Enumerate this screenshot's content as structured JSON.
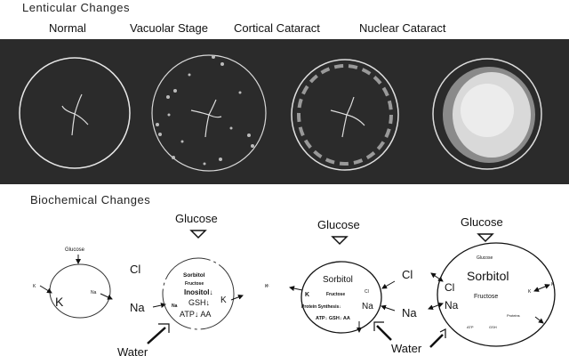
{
  "lenticular": {
    "title": "Lenticular Changes",
    "stages": [
      "Normal",
      "Vacuolar Stage",
      "Cortical Cataract",
      "Nuclear Cataract"
    ]
  },
  "biochemical": {
    "title": "Biochemical Changes",
    "normal": {
      "glucose": "Glucose",
      "k_out": "K",
      "k_in": "K",
      "na_in": "Na"
    },
    "vacuolar": {
      "glucose": "Glucose",
      "cl": "Cl",
      "na": "Na",
      "k_out": "K",
      "water": "Water",
      "inside": {
        "sorbitol": "Sorbitol",
        "fructose": "Fructose",
        "inositol": "Inositol↓",
        "gsh": "GSH↓",
        "atp": "ATP↓ AA",
        "na": "Na",
        "k": "K"
      }
    },
    "cortical": {
      "glucose": "Glucose",
      "cl": "Cl",
      "na": "Na",
      "k_out": "K",
      "water": "Water",
      "inside": {
        "sorbitol": "Sorbitol",
        "k": "K",
        "fructose": "Fructose",
        "cl": "Cl",
        "protein": "Protein Synthesis↓",
        "na": "Na",
        "atp": "ATP↓ GSH↓  AA"
      }
    },
    "nuclear": {
      "glucose": "Glucose",
      "k_out": "K",
      "inside": {
        "glucose": "Glucose",
        "sorbitol": "Sorbitol",
        "cl": "Cl",
        "na": "Na",
        "fructose": "Fructose",
        "k": "K",
        "proteins": "Proteins",
        "atp": "ATP",
        "gsh": "GSH"
      }
    }
  }
}
